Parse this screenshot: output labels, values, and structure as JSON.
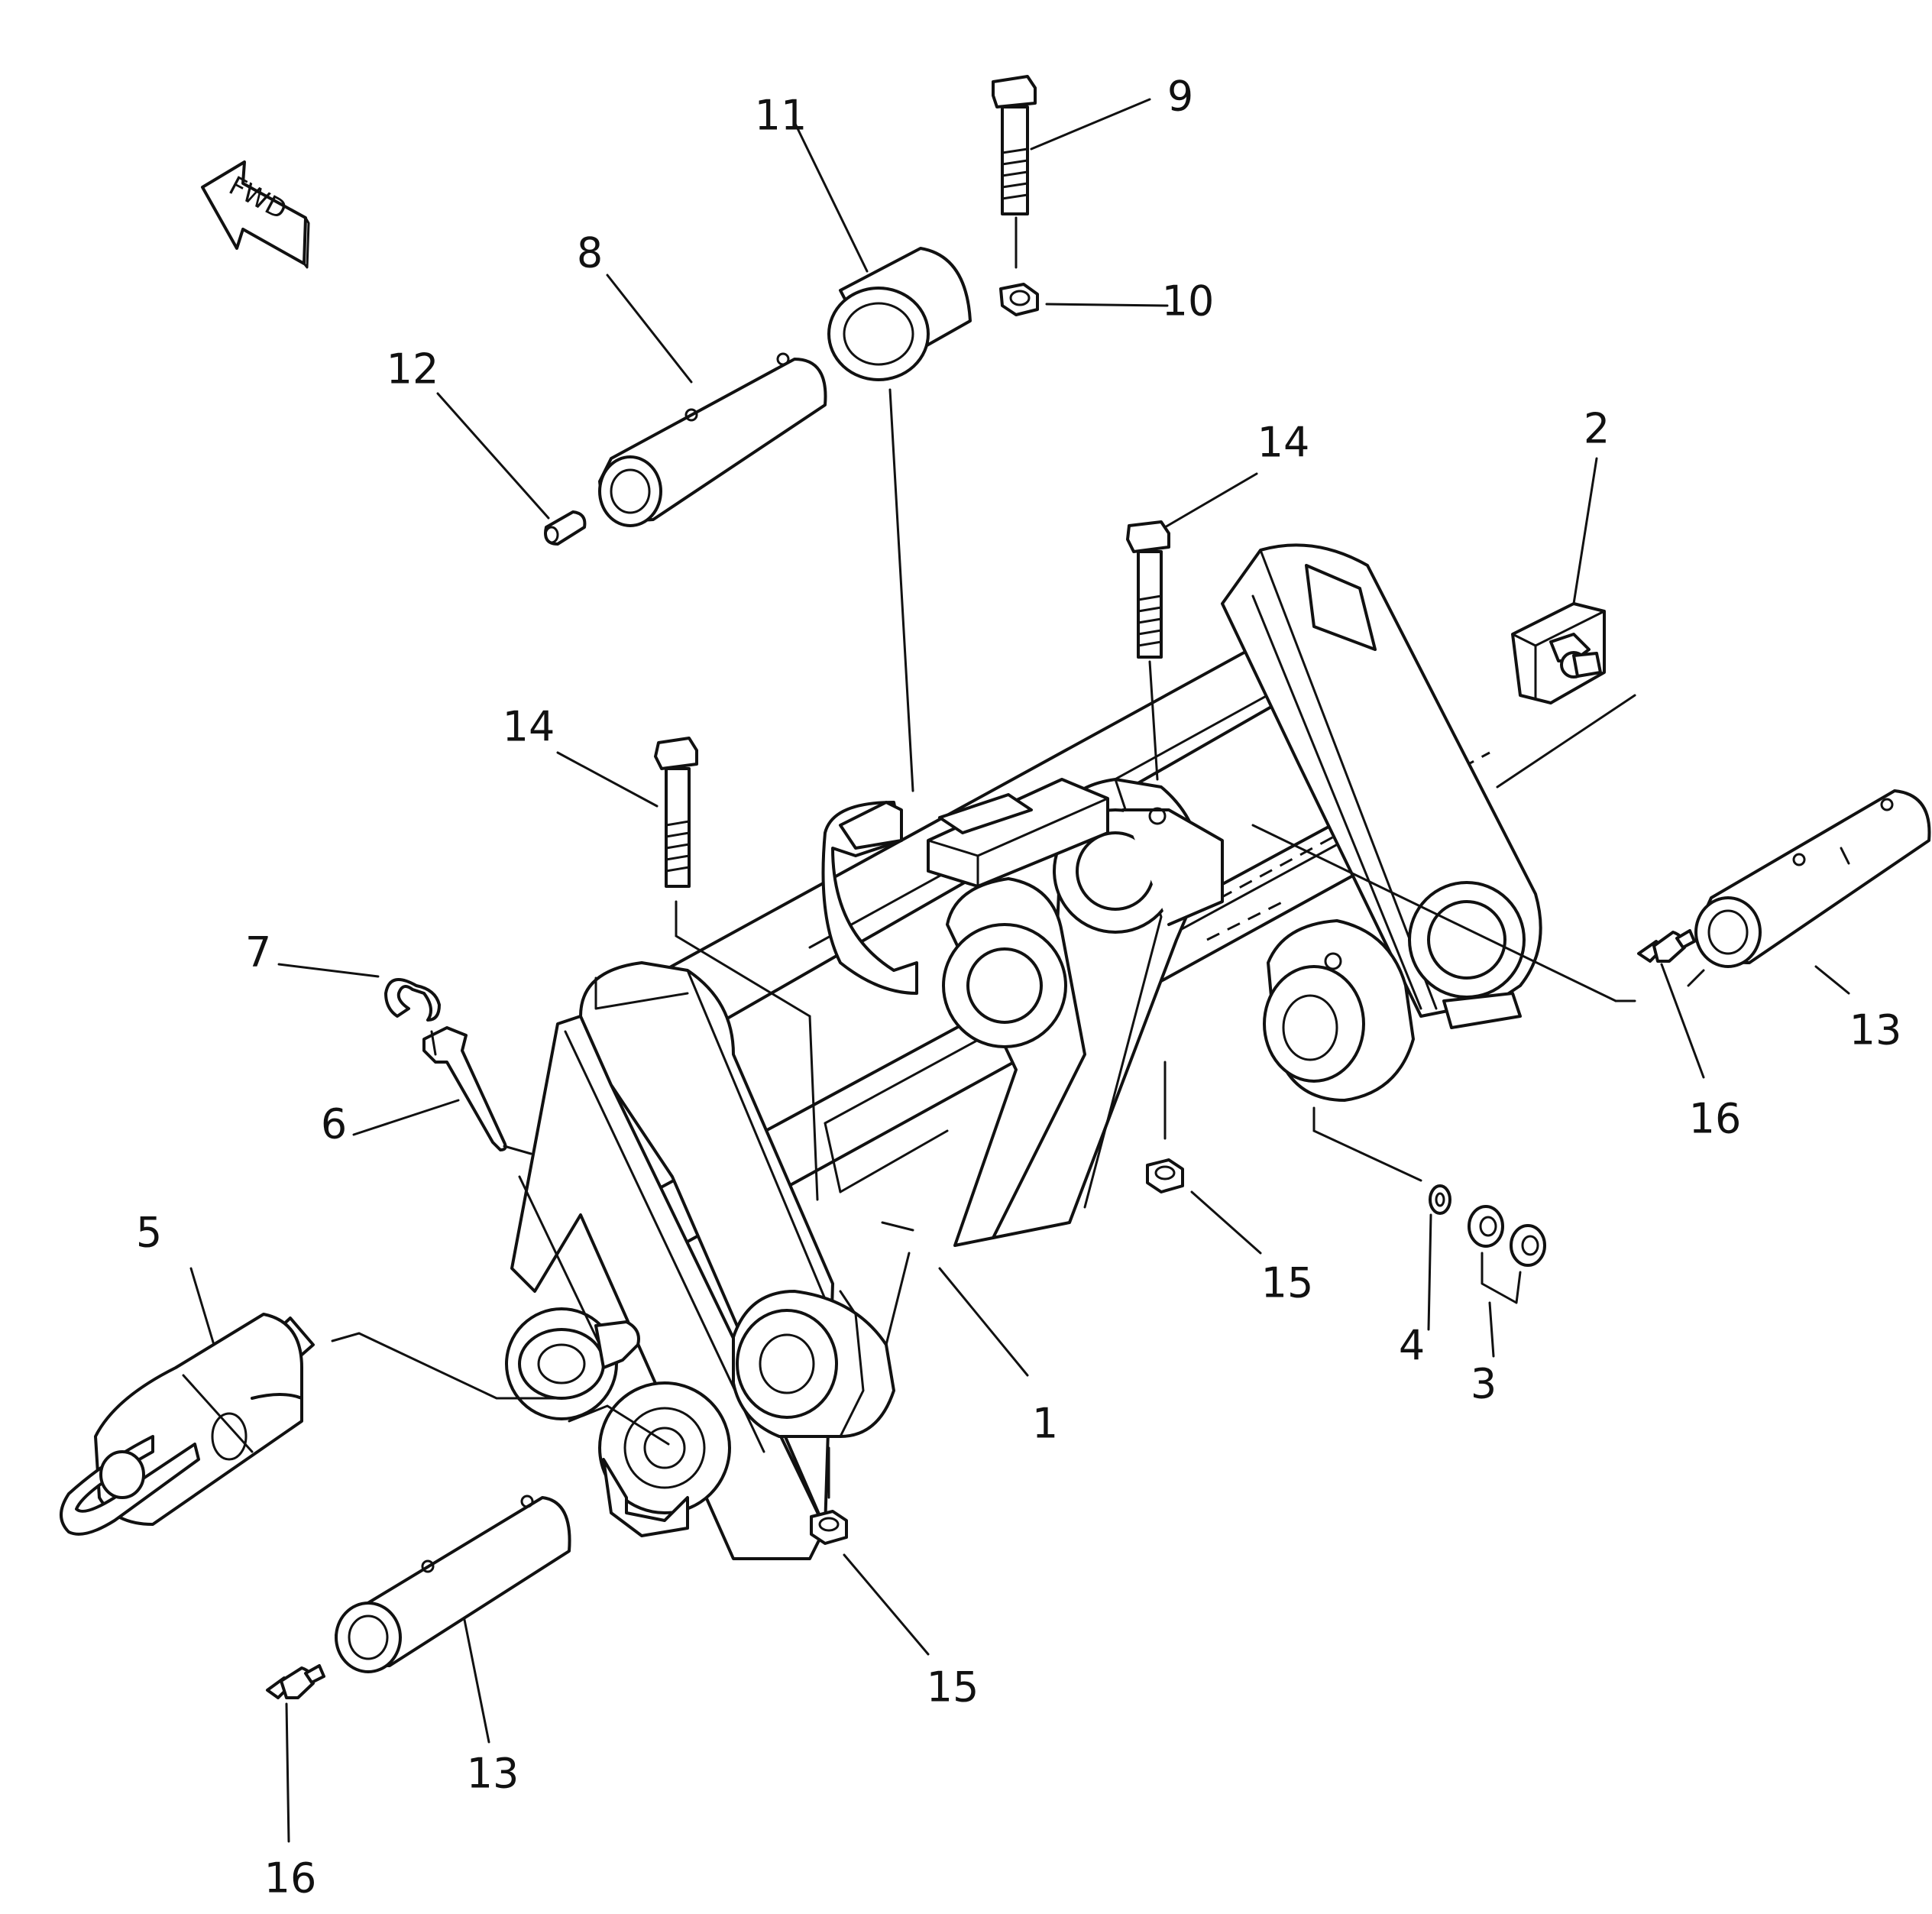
{
  "direction_label": "FWD",
  "callouts": {
    "c1": "1",
    "c2": "2",
    "c3": "3",
    "c4": "4",
    "c5": "5",
    "c6": "6",
    "c7": "7",
    "c8": "8",
    "c9": "9",
    "c10": "10",
    "c11": "11",
    "c12": "12",
    "c13a": "13",
    "c13b": "13",
    "c14a": "14",
    "c14b": "14",
    "c15a": "15",
    "c15b": "15",
    "c16a": "16",
    "c16b": "16"
  },
  "colors": {
    "ink": "#111111",
    "paper": "#ffffff"
  }
}
